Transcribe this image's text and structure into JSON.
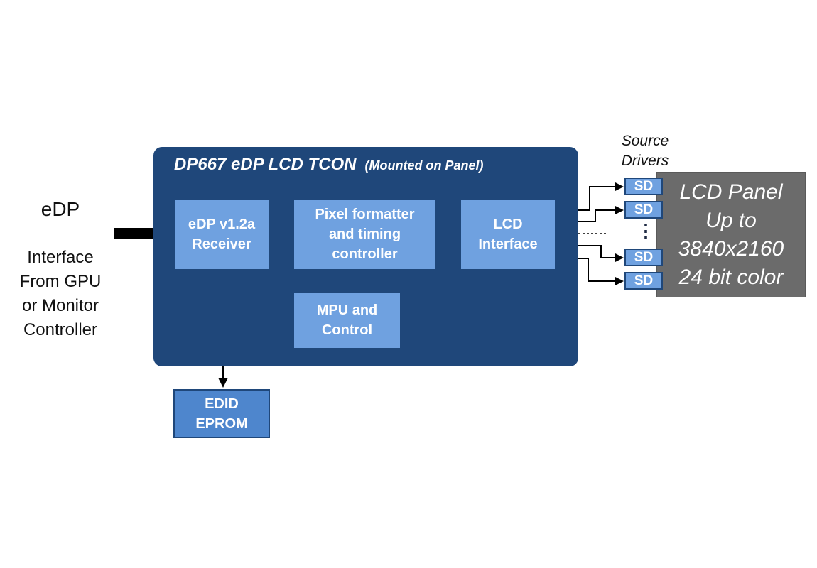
{
  "tcon": {
    "title": "DP667 eDP LCD TCON",
    "subtitle": "(Mounted on Panel)"
  },
  "input": {
    "title": "eDP",
    "text": "Interface\nFrom GPU\nor Monitor\nController"
  },
  "blocks": {
    "receiver": "eDP v1.2a\nReceiver",
    "pixel_formatter": "Pixel formatter\nand timing\ncontroller",
    "lcd_interface": "LCD\nInterface",
    "mpu": "MPU and\nControl",
    "edid": "EDID\nEPROM"
  },
  "source_drivers": {
    "label": "Source\nDrivers",
    "sd_label": "SD",
    "ellipsis": "⋮"
  },
  "panel": {
    "text": "LCD Panel\nUp to\n3840x2160\n24 bit color"
  },
  "colors": {
    "tcon_bg": "#1f477a",
    "block_bg": "#6fa1e0",
    "panel_bg": "#6b6b6b"
  }
}
